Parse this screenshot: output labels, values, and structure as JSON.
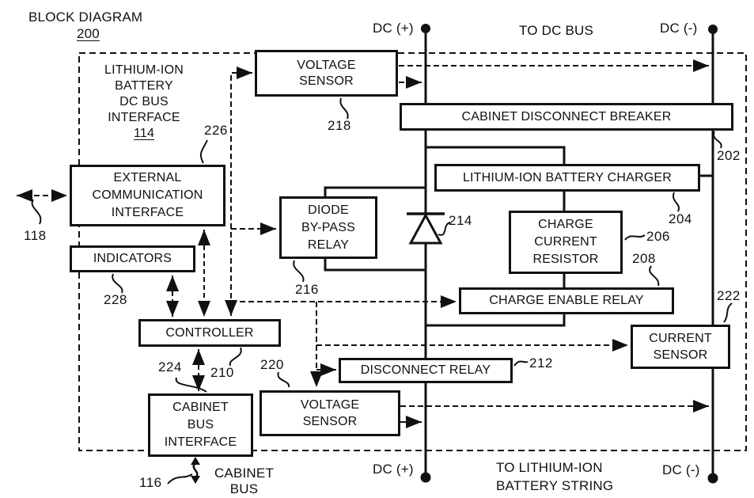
{
  "title": {
    "text": "BLOCK DIAGRAM",
    "ref": "200"
  },
  "interface_box": {
    "line1": "LITHIUM-ION",
    "line2": "BATTERY",
    "line3": "DC BUS",
    "line4": "INTERFACE",
    "ref": "114"
  },
  "bus_labels": {
    "top_positive": "DC (+)",
    "top_center": "TO DC BUS",
    "top_negative": "DC (-)",
    "bottom_positive": "DC (+)",
    "bottom_center_line1": "TO LITHIUM-ION",
    "bottom_center_line2": "BATTERY STRING",
    "bottom_negative": "DC (-)"
  },
  "blocks": {
    "voltage_sensor_top": {
      "line1": "VOLTAGE",
      "line2": "SENSOR",
      "ref": "218"
    },
    "cabinet_disconnect_breaker": {
      "line1": "CABINET DISCONNECT BREAKER",
      "ref": "202"
    },
    "lithium_ion_battery_charger": {
      "line1": "LITHIUM-ION BATTERY CHARGER",
      "ref": "204"
    },
    "external_communication_interface": {
      "line1": "EXTERNAL",
      "line2": "COMMUNICATION",
      "line3": "INTERFACE",
      "ref": "226"
    },
    "indicators": {
      "line1": "INDICATORS",
      "ref": "228"
    },
    "diode_bypass_relay": {
      "line1": "DIODE",
      "line2": "BY-PASS",
      "line3": "RELAY",
      "ref": "216"
    },
    "diode": {
      "ref": "214"
    },
    "charge_current_resistor": {
      "line1": "CHARGE",
      "line2": "CURRENT",
      "line3": "RESISTOR",
      "ref": "206"
    },
    "charge_enable_relay": {
      "line1": "CHARGE ENABLE RELAY",
      "ref": "208"
    },
    "controller": {
      "line1": "CONTROLLER",
      "ref": "210"
    },
    "current_sensor": {
      "line1": "CURRENT",
      "line2": "SENSOR",
      "ref": "222"
    },
    "disconnect_relay": {
      "line1": "DISCONNECT RELAY",
      "ref": "212"
    },
    "voltage_sensor_bottom": {
      "line1": "VOLTAGE",
      "line2": "SENSOR",
      "ref": "220"
    },
    "cabinet_bus_interface": {
      "line1": "CABINET",
      "line2": "BUS",
      "line3": "INTERFACE",
      "ref": "224"
    }
  },
  "external": {
    "comm_ref": "118",
    "cabinet_bus_ref": "116",
    "cabinet_bus_line1": "CABINET",
    "cabinet_bus_line2": "BUS"
  }
}
